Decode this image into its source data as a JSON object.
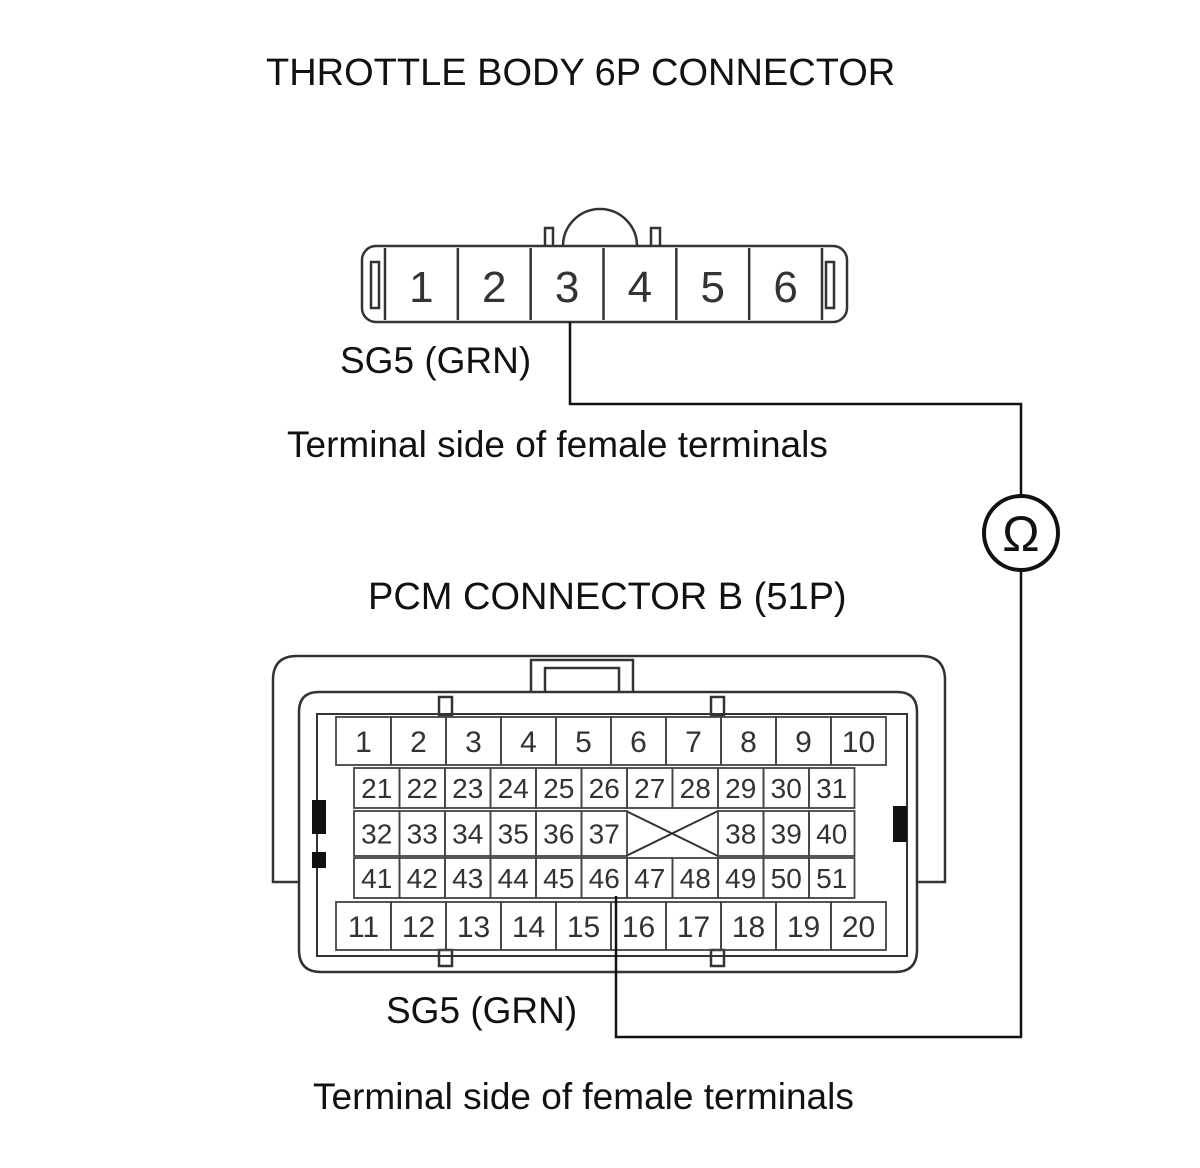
{
  "throttle_connector": {
    "title": "THROTTLE BODY 6P CONNECTOR",
    "pins": [
      "1",
      "2",
      "3",
      "4",
      "5",
      "6"
    ],
    "signal_label": "SG5 (GRN)",
    "side_note": "Terminal side of female terminals"
  },
  "meter": {
    "symbol": "Ω"
  },
  "pcm_connector": {
    "title": "PCM CONNECTOR B (51P)",
    "rows": [
      [
        "1",
        "2",
        "3",
        "4",
        "5",
        "6",
        "7",
        "8",
        "9",
        "10"
      ],
      [
        "21",
        "22",
        "23",
        "24",
        "25",
        "26",
        "27",
        "28",
        "29",
        "30",
        "31"
      ],
      [
        "32",
        "33",
        "34",
        "35",
        "36",
        "37",
        "38",
        "39",
        "40"
      ],
      [
        "41",
        "42",
        "43",
        "44",
        "45",
        "46",
        "47",
        "48",
        "49",
        "50",
        "51"
      ],
      [
        "11",
        "12",
        "13",
        "14",
        "15",
        "16",
        "17",
        "18",
        "19",
        "20"
      ]
    ],
    "signal_label": "SG5 (GRN)",
    "side_note": "Terminal side of female terminals"
  }
}
